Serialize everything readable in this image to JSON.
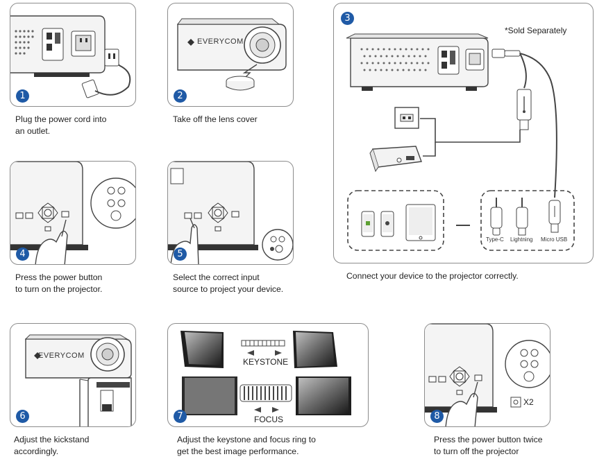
{
  "brand": "EVERYCOM",
  "sold_separately": "*Sold Separately",
  "steps": [
    {
      "num": "1",
      "caption": "Plug the power cord into\nan outlet."
    },
    {
      "num": "2",
      "caption": "Take off the lens cover"
    },
    {
      "num": "3",
      "caption": "Connect your device to the projector correctly."
    },
    {
      "num": "4",
      "caption": "Press the power button\nto turn on the projector."
    },
    {
      "num": "5",
      "caption": "Select the correct input\nsource to project your device."
    },
    {
      "num": "6",
      "caption": "Adjust the kickstand\naccordingly."
    },
    {
      "num": "7",
      "caption": "Adjust the keystone and focus ring to\nget the best image performance."
    },
    {
      "num": "8",
      "caption": "Press the power button twice\nto turn off the projector"
    }
  ],
  "cables": [
    "Type-C",
    "Lightning",
    "Micro USB"
  ],
  "keystone_label": "KEYSTONE",
  "focus_label": "FOCUS",
  "press_count": "X2",
  "colors": {
    "badge": "#1f5aa6",
    "line": "#555555",
    "border": "#8c8c8c"
  }
}
